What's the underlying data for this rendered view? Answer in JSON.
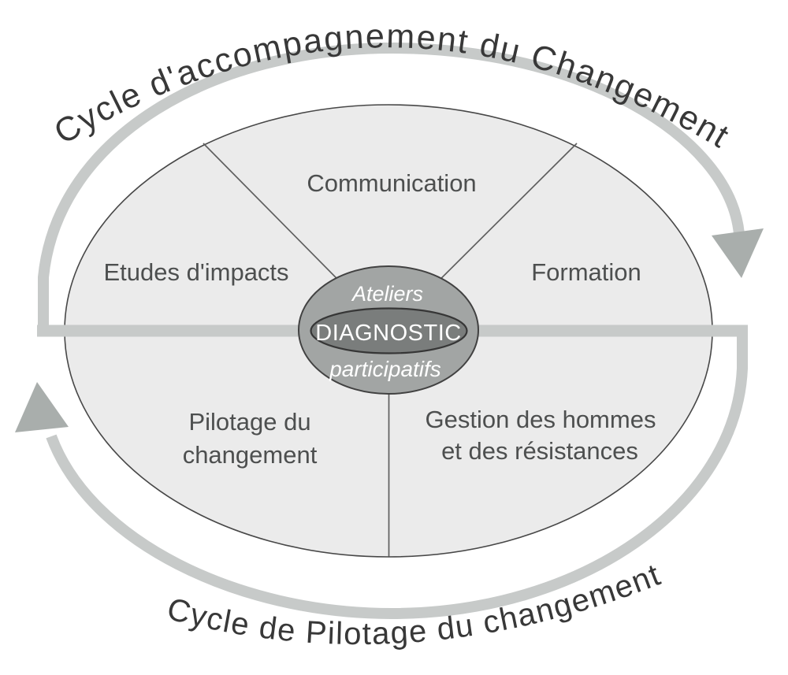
{
  "diagram": {
    "outer_labels": {
      "top": "Cycle d'accompagnement du Changement",
      "bottom": "Cycle de Pilotage du changement"
    },
    "sectors": [
      {
        "name": "communication",
        "lines": [
          "Communication"
        ]
      },
      {
        "name": "formation",
        "lines": [
          "Formation"
        ]
      },
      {
        "name": "gestion-des-hommes",
        "lines": [
          "Gestion des hommes",
          "et des résistances"
        ]
      },
      {
        "name": "pilotage-du-changement",
        "lines": [
          "Pilotage du",
          "changement"
        ]
      },
      {
        "name": "etudes-impacts",
        "lines": [
          "Etudes d'impacts"
        ]
      }
    ],
    "center": {
      "line_top": "Ateliers",
      "line_main": "DIAGNOSTIC",
      "line_bottom": "participatifs"
    },
    "colors": {
      "background": "#ffffff",
      "sector_fill": "#ebebeb",
      "ellipse_outline": "#474747",
      "divider": "#5f5f5f",
      "cycle_band": "#c7cac9",
      "arrowhead": "#a9aeac",
      "center_outer_fill": "#a2a5a4",
      "center_inner_fill": "#7a7d7c",
      "sector_text": "#4d4f4f",
      "cycle_title_text": "#383838",
      "center_text": "#ffffff"
    }
  }
}
